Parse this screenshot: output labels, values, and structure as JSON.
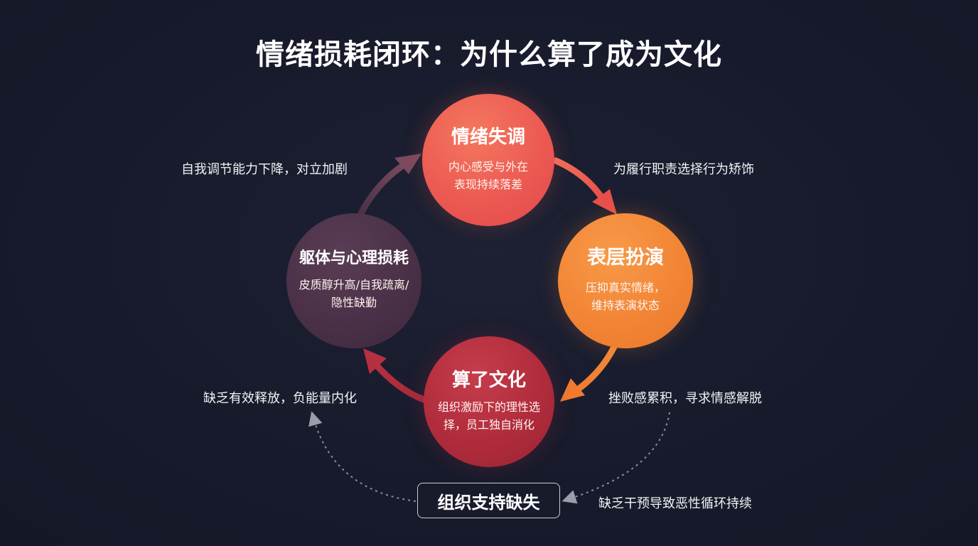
{
  "title": "情绪损耗闭环：为什么算了成为文化",
  "nodes": {
    "top": {
      "title": "情绪失调",
      "desc": "内心感受与外在\n表现持续落差",
      "color": "#ec5a52"
    },
    "right": {
      "title": "表层扮演",
      "desc": "压抑真实情绪，\n维持表演状态",
      "color": "#f28535"
    },
    "bottom": {
      "title": "算了文化",
      "desc": "组织激励下的理性选\n择，员工独自消化",
      "color": "#b02c3c"
    },
    "left": {
      "title": "躯体与心理损耗",
      "desc": "皮质醇升高/自我疏离/\n隐性缺勤",
      "color": "#4a3148"
    }
  },
  "edge_labels": {
    "top_to_right": "为履行职责选择行为矫饰",
    "right_to_bottom": "挫败感累积，寻求情感解脱",
    "bottom_to_left": "缺乏有效释放，负能量内化",
    "left_to_top": "自我调节能力下降，对立加剧",
    "support_to_cycle": "缺乏干预导致恶性循环持续"
  },
  "support_box": {
    "label": "组织支持缺失"
  },
  "colors": {
    "background": "#171a2b",
    "arrow_top_right": "#ec5a52",
    "arrow_right_bottom": "#f28535",
    "arrow_bottom_left": "#b02c3c",
    "arrow_left_top": "#5c3f56",
    "dotted": "#8a8d99"
  }
}
